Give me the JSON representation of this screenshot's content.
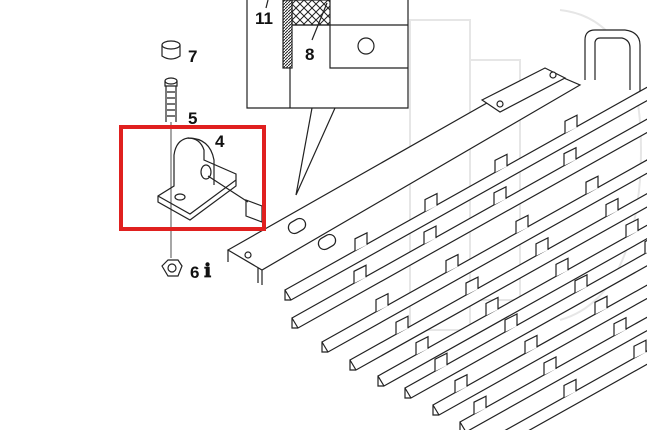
{
  "diagram": {
    "callouts": [
      {
        "id": "11",
        "label": "11"
      },
      {
        "id": "8",
        "label": "8"
      },
      {
        "id": "7",
        "label": "7"
      },
      {
        "id": "5",
        "label": "5"
      },
      {
        "id": "4",
        "label": "4"
      },
      {
        "id": "6",
        "label": "6"
      }
    ],
    "info_icon": "info-icon",
    "highlight_color": "#e0201f",
    "highlighted_part": "4"
  }
}
